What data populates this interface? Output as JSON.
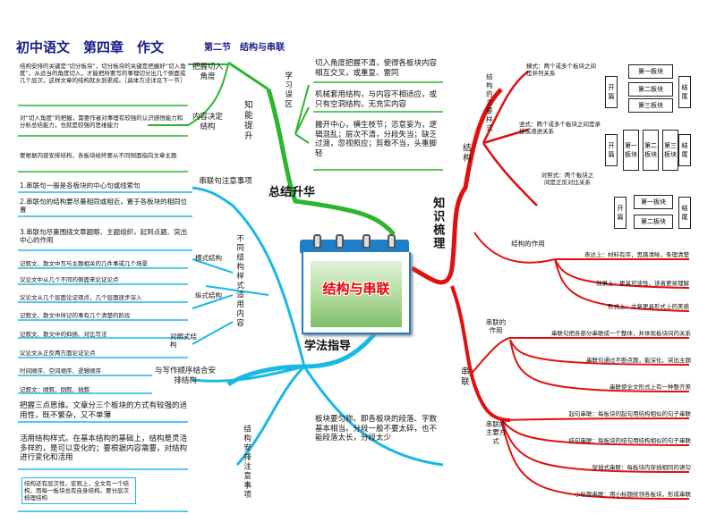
{
  "header": {
    "title": "初中语文　第四章　作文",
    "subtitle": "第二节　结构与串联"
  },
  "center": {
    "label": "结构与串联"
  },
  "branches": {
    "zongjie": "总结升华",
    "xuefa": "学法指导",
    "zhishi": "知识梳理",
    "zhineng": "知能提升",
    "xuexi_wuqu": "学习误区",
    "jiegou": "结构",
    "chuanlian": "串联",
    "jiegou_styles": "结构的主要样式",
    "jiegou_zuoyong": "结构的作用",
    "chuanlian_zuoyong": "串联的作用",
    "chuanlian_fangshi": "串联的主要方式",
    "chuanlian_zhuyi": "串联句注意事项",
    "butong_jiegou": "不同结构样式适用内容",
    "jiegou_anpai": "结构安排注意事项"
  },
  "zhineng": {
    "qieru": "把握切入角度",
    "qieru_text": "结构安排的关键是“切分板块”，切分板块的关键是把握好“切入角度”。从适当的角度切入，才能把所要写的事理切分出几个侧面或几个层次，这样文章的结构就水到渠成。［具体方法详见下一节］",
    "neirong": "内容决定结构",
    "neirong_text1": "对“切入角度”的把握，需要作者对事理有较强的认识感悟能力和分析总结能力，也就是较强的思维能力",
    "neirong_text2": "要根据内容安排结构，各板块给终要从不同侧面指向文章主题"
  },
  "wuqu": {
    "w1": "切入角度把握不清，使得各板块内容相互交叉，或重复、雷同",
    "w2": "机械套用结构，与内容不相适应，或只有空洞结构，无充实内容",
    "w3": "撇开中心，横生枝节；恣意妄为，逻辑混乱；层次不清，分段失当；缺乏过渡，忽视照应；剪裁不当，头重脚轻"
  },
  "chuanlianju": {
    "c1": "1.串联句一般是各板块的中心句或线索句",
    "c2": "2.串联句的结构要尽量相同或相近，置于各板块的相同位置",
    "c3": "3.串联句尽量围绕文章题眼、主题组织，起到点题、突出中心的作用"
  },
  "shiyong": {
    "hengshi": "横式结构",
    "zongshi": "纵式结构",
    "duizhao": "对照式结构",
    "h1": "记叙文、散文中写与主题相关的几件事或几个场景",
    "h2": "议论文中从几个不同的侧面来论证论点",
    "z1": "议论文从几个层面论证观点，几个层面逐步深入",
    "z2": "记叙文、散文中所记的事有几个清楚的阶段",
    "d1": "记叙文、散文中的抑扬、对比写法",
    "d2": "议论文从正反两方面论证论点"
  },
  "anpai": {
    "shunxu": "与写作顺序结合安排结构",
    "s1": "时间顺序、空间顺序、逻辑顺序",
    "s2": "记叙文：顺叙、倒叙、插叙",
    "a1": "把握三点思维。文章分三个板块的方式有较强的适用性，既不繁杂，又不单薄",
    "a2": "活用结构样式。在基本结构的基础上，结构是灵活多样的，是可以变化的；要根据内容需要，对结构进行变化和活用",
    "a3": "板块要匀称。即各板块的段落、字数基本相当。分段一般不要太碎，也不能段落太长，分段太少",
    "a4": "结构还有层次性，宏观上，全文有一个结构，而每一板块也有自身结构。要分层次梳理结构"
  },
  "styles": {
    "heng": "横式：两个或多个板块之间是并列关系",
    "zong": "竖式：两个或多个板块之间是承接或递进关系",
    "dui": "对照式：两个板块之间是正反对比关系",
    "kaipian": "开篇",
    "jiewei": "结尾",
    "diyi": "第一板块",
    "dier": "第二板块",
    "disan": "第三板块",
    "dier_short": "第二板块",
    "diyi_short": "第一板块"
  },
  "zuoyong": {
    "z1": "表达上：材料有序，思路清晰，条理清楚",
    "z2": "效果上：更具可读性，读者更易理解",
    "z3": "形式上：文章更具形式上的美感"
  },
  "cl_zuoyong": {
    "c1": "串联句把各部分串联成一个整体，并体现板块间的关系",
    "c2": "串联句通过不断点题，能深化、突出主题",
    "c3": "串联使全文形式上有一种整齐美"
  },
  "cl_fangshi": {
    "f1": "起句串联：每板块的起句用结构相似的句子串联",
    "f2": "结句串联：每板块的结句用结构相似的句子串联",
    "f3": "穿插式串联：每板块内穿插相同的语句",
    "f4": "小标题串联：用小标题统领各板块，形成串联"
  },
  "colors": {
    "green": "#2db52d",
    "cyan": "#19b9e6",
    "red": "#e01010",
    "blue": "#1e7fc8"
  }
}
